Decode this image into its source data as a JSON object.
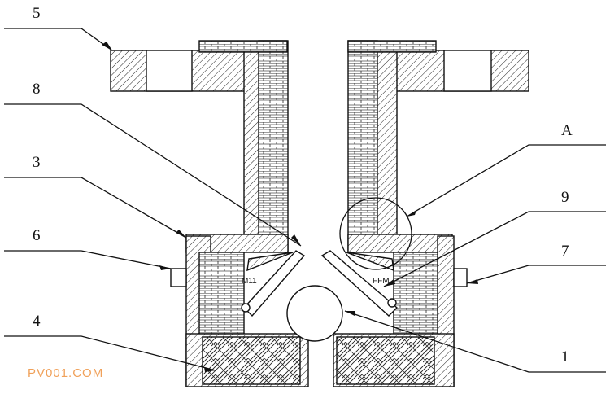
{
  "diagram": {
    "callouts": [
      {
        "id": "5",
        "label": "5"
      },
      {
        "id": "8",
        "label": "8"
      },
      {
        "id": "3",
        "label": "3"
      },
      {
        "id": "6",
        "label": "6"
      },
      {
        "id": "4",
        "label": "4"
      },
      {
        "id": "A",
        "label": "A"
      },
      {
        "id": "9",
        "label": "9"
      },
      {
        "id": "7",
        "label": "7"
      },
      {
        "id": "1",
        "label": "1"
      }
    ],
    "small_text": {
      "left": "M11",
      "right": "FFM"
    }
  },
  "watermark": "PV001.COM"
}
